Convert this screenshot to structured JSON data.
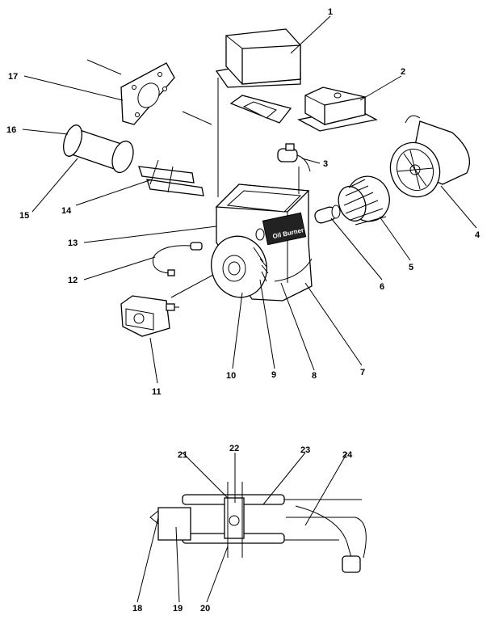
{
  "callouts": {
    "c1": "1",
    "c2": "2",
    "c3": "3",
    "c4": "4",
    "c5": "5",
    "c6": "6",
    "c7": "7",
    "c8": "8",
    "c9": "9",
    "c10": "10",
    "c11": "11",
    "c12": "12",
    "c13": "13",
    "c14": "14",
    "c15": "15",
    "c16": "16",
    "c17": "17",
    "c18": "18",
    "c19": "19",
    "c20": "20",
    "c21": "21",
    "c22": "22",
    "c23": "23",
    "c24": "24"
  },
  "housing_logo": "Oil Burner"
}
